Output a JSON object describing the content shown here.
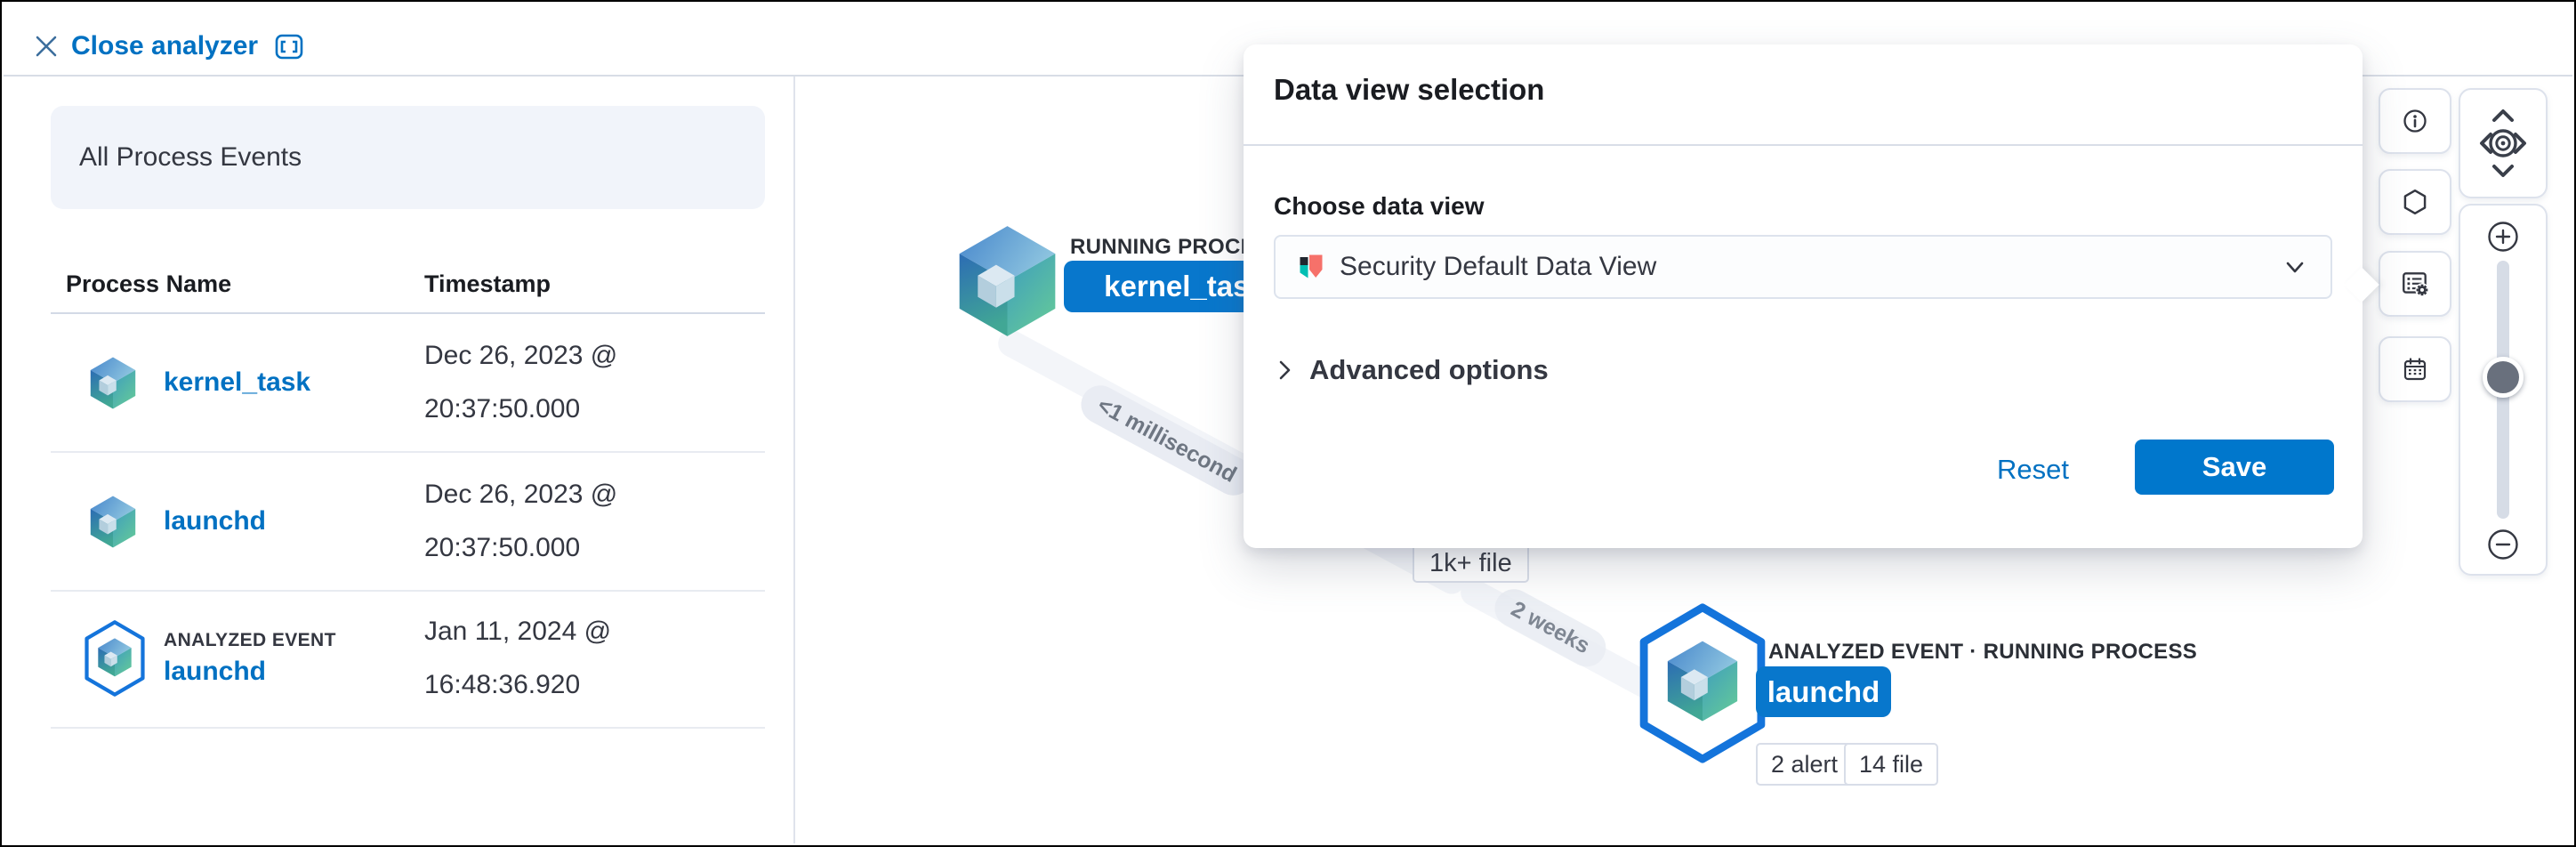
{
  "colors": {
    "primary": "#0077CC",
    "link": "#0071C2",
    "border": "#D3DAE6",
    "text": "#343741",
    "title": "#1A1C21",
    "panel_bg": "#F1F4FA",
    "edge": "#F3F5F9",
    "hexagon_stroke": "#1474DB"
  },
  "topbar": {
    "close_label": "Close analyzer"
  },
  "left_panel": {
    "title": "All Process Events",
    "columns": [
      "Process Name",
      "Timestamp"
    ],
    "rows": [
      {
        "name": "kernel_task",
        "timestamp_line1": "Dec 26, 2023 @",
        "timestamp_line2": "20:37:50.000"
      },
      {
        "name": "launchd",
        "timestamp_line1": "Dec 26, 2023 @",
        "timestamp_line2": "20:37:50.000"
      },
      {
        "badge": "ANALYZED EVENT",
        "name": "launchd",
        "timestamp_line1": "Jan 11, 2024 @",
        "timestamp_line2": "16:48:36.920"
      }
    ]
  },
  "graph": {
    "nodes": [
      {
        "type_label": "RUNNING PROCESS",
        "name": "kernel_task"
      },
      {
        "type_label": "ANALYZED EVENT · RUNNING PROCESS",
        "name": "launchd",
        "badges": [
          "2 alert",
          "14 file"
        ]
      }
    ],
    "edge_labels": [
      "<1 millisecond",
      "2 weeks"
    ],
    "file_badge": "1k+ file"
  },
  "popover": {
    "title": "Data view selection",
    "field_label": "Choose data view",
    "selected_data_view": "Security Default Data View",
    "advanced_label": "Advanced options",
    "reset_label": "Reset",
    "save_label": "Save"
  },
  "toolbar": {
    "icons": [
      "info-icon",
      "hexagon-icon",
      "data-view-settings-icon",
      "calendar-icon",
      "pan-controls",
      "zoom-in-icon",
      "zoom-out-icon"
    ]
  }
}
